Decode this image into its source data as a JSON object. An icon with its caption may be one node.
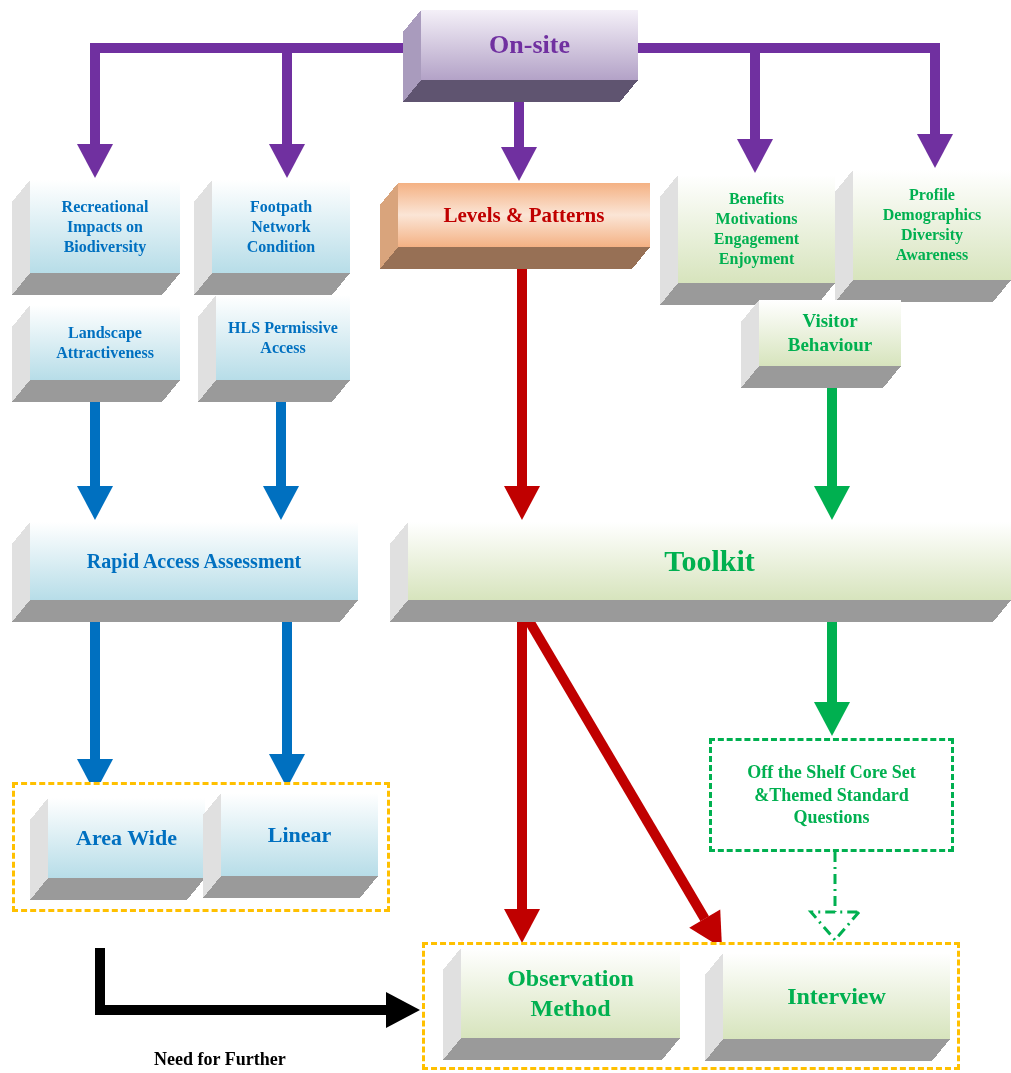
{
  "diagram": {
    "nodes": [
      {
        "text": [
          "On-site"
        ]
      },
      {
        "text": [
          "Recreational Impacts on Biodiversity"
        ]
      },
      {
        "text": [
          "Footpath Network Condition"
        ]
      },
      {
        "text": [
          "Levels & Patterns"
        ]
      },
      {
        "text": [
          "Benefits Motivations Engagement Enjoyment"
        ]
      },
      {
        "text": [
          "Profile Demographics Diversity Awareness"
        ]
      },
      {
        "text": [
          "Landscape Attractiveness"
        ]
      },
      {
        "text": [
          "HLS Permissive Access"
        ]
      },
      {
        "text": [
          "Visitor Behaviour"
        ]
      },
      {
        "text": [
          "Rapid Access Assessment"
        ]
      },
      {
        "text": [
          "Toolkit"
        ]
      },
      {
        "text": [
          "Off the Shelf Core Set &Themed Standard Questions"
        ]
      },
      {
        "text": [],
        "shape": "box"
      },
      {
        "text": [
          "Area Wide"
        ],
        "in": 12
      },
      {
        "text": [
          "Linear"
        ],
        "in": 12
      },
      {
        "text": [],
        "shape": "box"
      },
      {
        "text": [
          "Observation Method"
        ],
        "in": 15
      },
      {
        "text": [
          "Interview"
        ],
        "in": 15
      }
    ],
    "edges": [
      {
        "from": 0,
        "to": 1,
        "arrow": "to",
        "color": "#7030a0"
      },
      {
        "from": 0,
        "to": 2,
        "arrow": "to",
        "color": "#7030a0"
      },
      {
        "from": 0,
        "to": 3,
        "arrow": "to",
        "color": "#7030a0"
      },
      {
        "from": 0,
        "to": 4,
        "arrow": "to",
        "color": "#7030a0"
      },
      {
        "from": 0,
        "to": 5,
        "arrow": "to",
        "color": "#7030a0"
      },
      {
        "from": 6,
        "to": 9,
        "arrow": "to",
        "color": "#0070c0"
      },
      {
        "from": 7,
        "to": 9,
        "arrow": "to",
        "color": "#0070c0"
      },
      {
        "from": 3,
        "to": 10,
        "arrow": "to",
        "color": "#c00000"
      },
      {
        "from": 8,
        "to": 10,
        "arrow": "to",
        "color": "#00b050"
      },
      {
        "from": 9,
        "to": 13,
        "arrow": "to",
        "color": "#0070c0"
      },
      {
        "from": 9,
        "to": 14,
        "arrow": "to",
        "color": "#0070c0"
      },
      {
        "from": 10,
        "to": 16,
        "arrow": "to",
        "color": "#c00000"
      },
      {
        "from": 10,
        "to": 17,
        "arrow": "to",
        "color": "#c00000"
      },
      {
        "from": 10,
        "to": 11,
        "arrow": "to",
        "color": "#00b050"
      },
      {
        "from": 11,
        "to": 15,
        "arrow": "to",
        "style": "dashed",
        "color": "#00b050"
      },
      {
        "from": 12,
        "to": 15,
        "arrow": "to",
        "label": "Need for Further",
        "color": "#000000"
      }
    ]
  }
}
